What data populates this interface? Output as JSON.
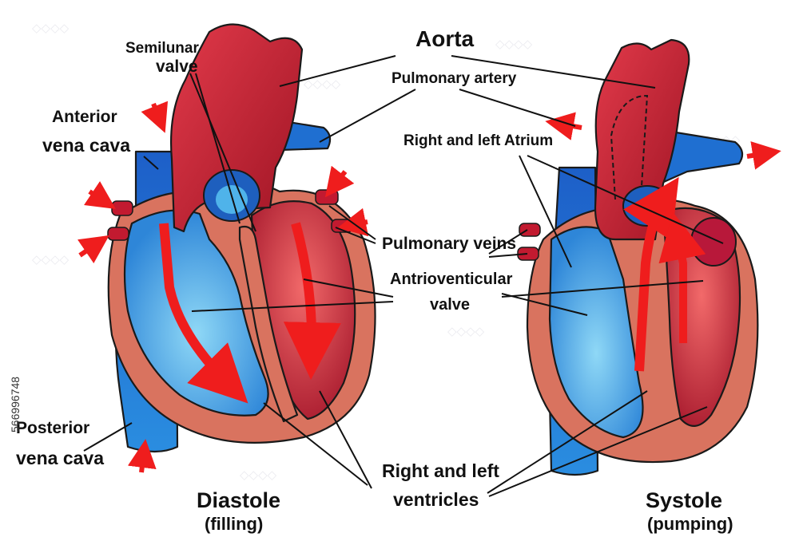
{
  "labels": {
    "aorta": "Aorta",
    "pulmonary_artery": "Pulmonary artery",
    "semilunar_1": "Semilunar",
    "semilunar_2": "valve",
    "anterior_1": "Anterior",
    "anterior_2": "vena cava",
    "right_left_atrium": "Right and left Atrium",
    "pulmonary_veins": "Pulmonary veins",
    "av_valve_1": "Antrioventicular",
    "av_valve_2": "valve",
    "posterior_1": "Posterior",
    "posterior_2": "vena cava",
    "ventricles_1": "Right and left",
    "ventricles_2": "ventricles",
    "diastole": "Diastole",
    "diastole_sub": "(filling)",
    "systole": "Systole",
    "systole_sub": "(pumping)"
  },
  "stock_id": "566996748",
  "colors": {
    "blood_red": "#d91c1c",
    "artery_dark": "#b01a2c",
    "vein_blue": "#1f6fd1",
    "light_blue": "#4fb3ea",
    "muscle_salmon": "#d9735f",
    "arrow_red": "#ef1d1d"
  }
}
